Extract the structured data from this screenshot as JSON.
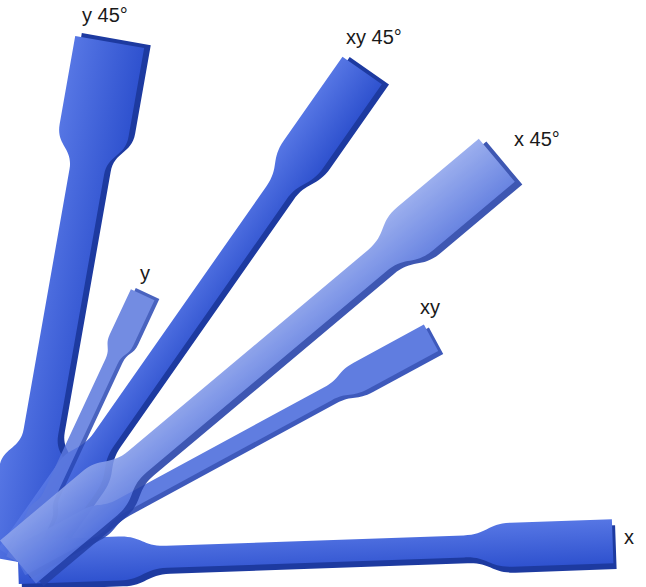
{
  "diagram": {
    "labels": [
      "y 45°",
      "xy 45°",
      "x 45°",
      "y",
      "xy",
      "x"
    ]
  }
}
